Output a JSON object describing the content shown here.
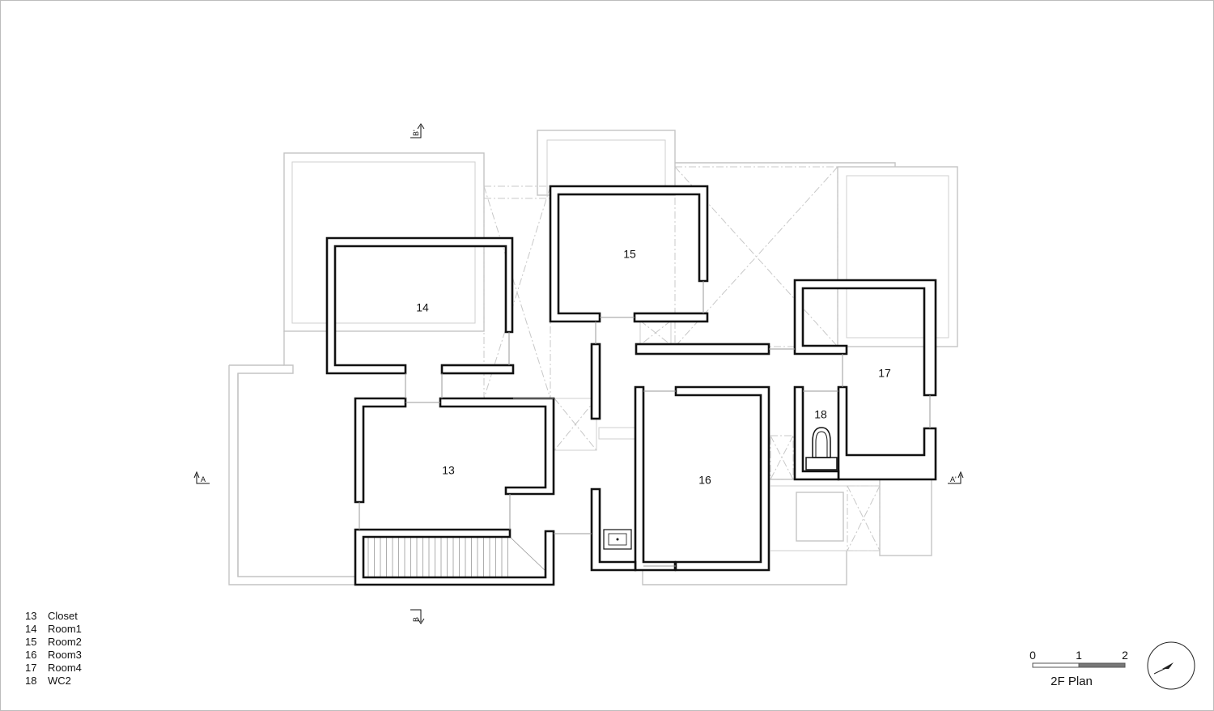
{
  "plan_title": "2F Plan",
  "rooms": [
    {
      "id": "13",
      "name": "Closet"
    },
    {
      "id": "14",
      "name": "Room1"
    },
    {
      "id": "15",
      "name": "Room2"
    },
    {
      "id": "16",
      "name": "Room3"
    },
    {
      "id": "17",
      "name": "Room4"
    },
    {
      "id": "18",
      "name": "WC2"
    }
  ],
  "section_markers": {
    "a_left": "A",
    "a_right": "A'",
    "b_top": "B'",
    "b_bottom": "B"
  },
  "scale_bar": {
    "labels": [
      "0",
      "1",
      "2"
    ],
    "colors": {
      "first": "#ffffff",
      "second": "#777777"
    }
  },
  "icons": [
    "north-arrow-icon",
    "toilet-icon",
    "sink-icon"
  ]
}
